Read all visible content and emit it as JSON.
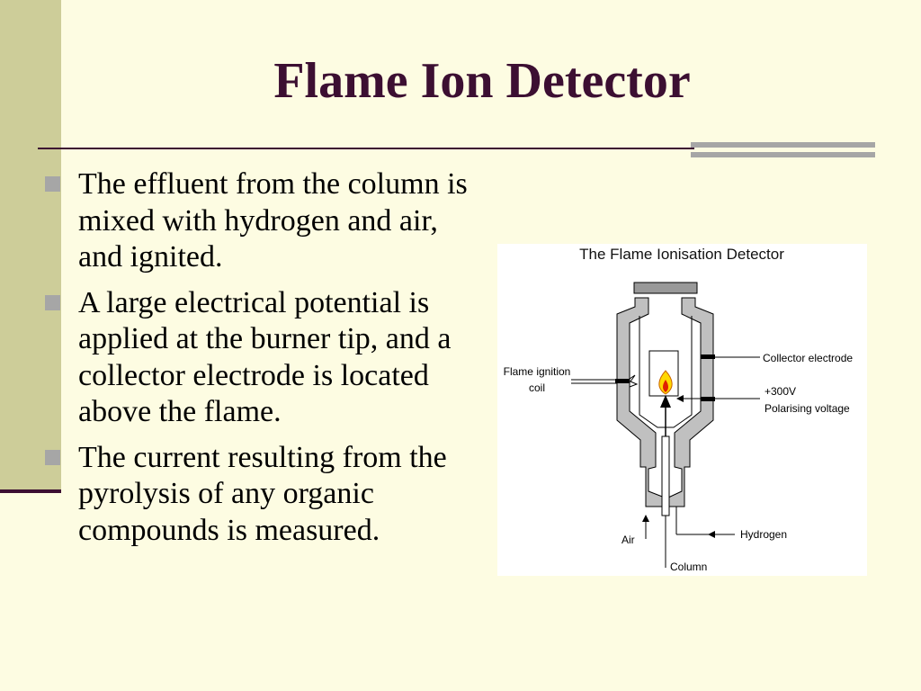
{
  "slide": {
    "title": "Flame Ion Detector",
    "bullets": [
      "The effluent from the column is mixed with hydrogen and air, and ignited.",
      "A large electrical potential is applied at the burner tip, and a collector electrode is located above the flame.",
      "The current resulting from the pyrolysis of any organic compounds is measured."
    ]
  },
  "diagram": {
    "title": "The Flame Ionisation Detector",
    "labels": {
      "ignition_line1": "Flame ignition",
      "ignition_line2": "coil",
      "collector": "Collector electrode",
      "voltage_line1": "+300V",
      "voltage_line2": "Polarising voltage",
      "hydrogen": "Hydrogen",
      "air": "Air",
      "column": "Column"
    }
  },
  "colors": {
    "background": "#fdfce2",
    "title": "#3c0f32",
    "band": "#cdcd99",
    "bullet_marker": "#a6a6a6",
    "detector_body": "#c0c0c0",
    "flame_outer": "#ffd800",
    "flame_inner": "#e02000"
  }
}
